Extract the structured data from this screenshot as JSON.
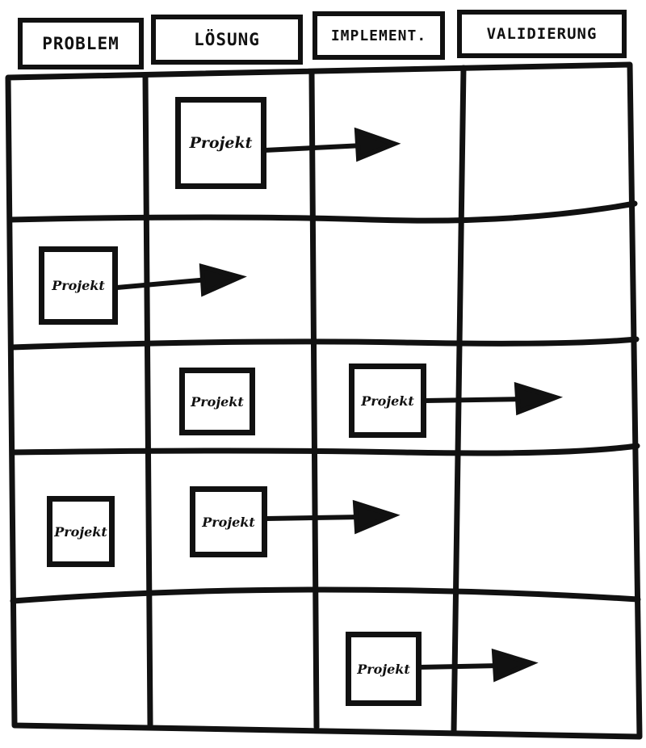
{
  "columns": [
    "PROBLEM",
    "LÖSUNG",
    "IMPLEMENT.",
    "VALIDIERUNG"
  ],
  "cards": [
    {
      "label": "Projekt"
    },
    {
      "label": "Projekt"
    },
    {
      "label": "Projekt"
    },
    {
      "label": "Projekt"
    },
    {
      "label": "Projekt"
    },
    {
      "label": "Projekt"
    },
    {
      "label": "Projekt"
    }
  ],
  "colors": {
    "ink": "#111111",
    "paper": "#ffffff"
  }
}
